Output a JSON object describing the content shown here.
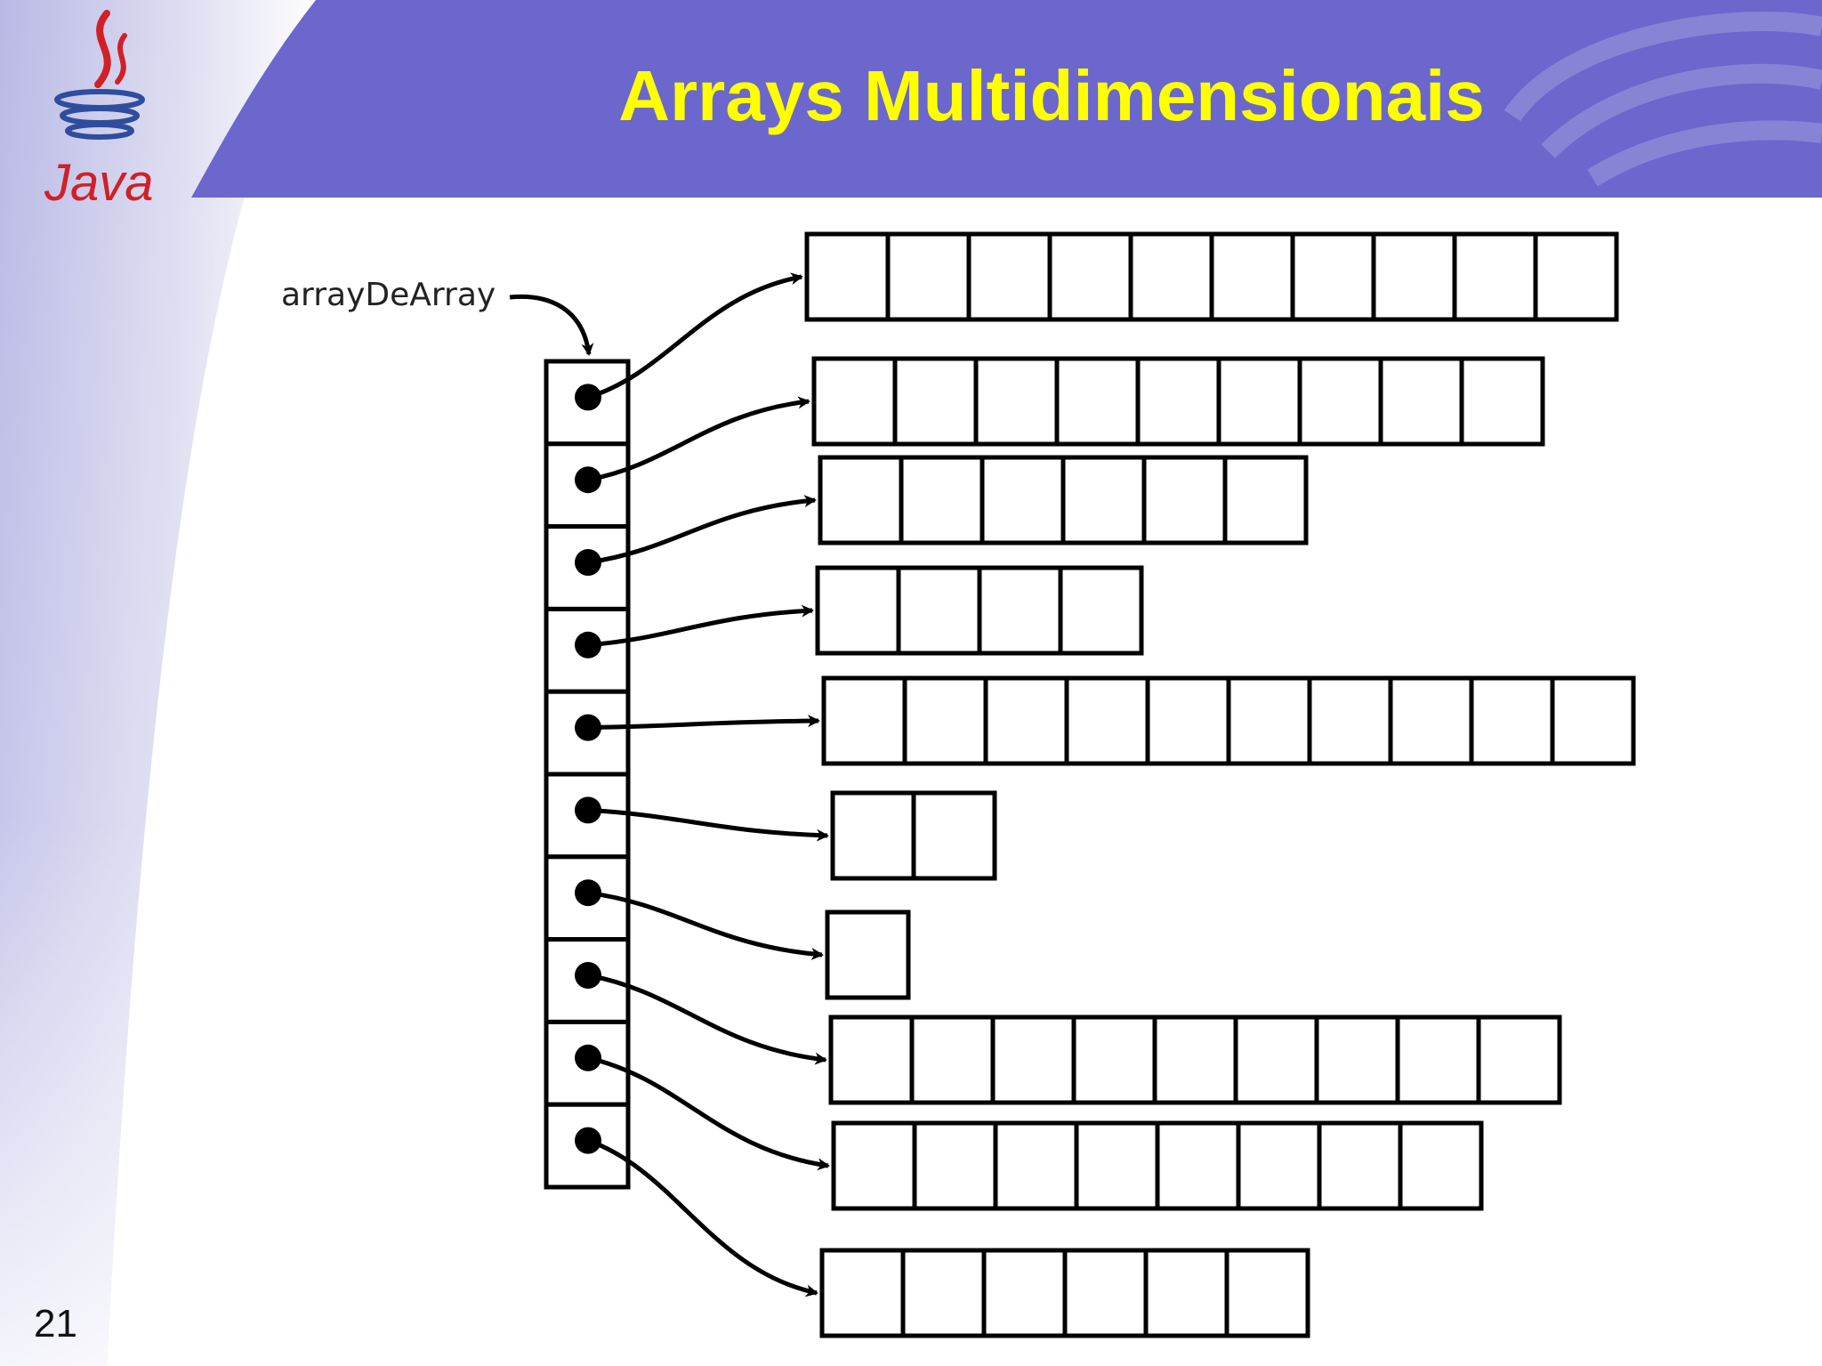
{
  "slide": {
    "title": "Arrays Multidimensionais",
    "page_number": "21",
    "logo_text": "Java",
    "header_color": "#6b67cc",
    "title_color": "#ffff00"
  },
  "diagram": {
    "variable_label": "arrayDeArray",
    "outer_array_length": 10,
    "inner_array_lengths": [
      10,
      9,
      6,
      4,
      10,
      2,
      1,
      9,
      8,
      6
    ]
  }
}
